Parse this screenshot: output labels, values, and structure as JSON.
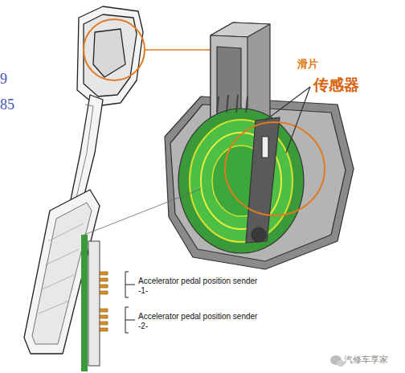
{
  "diagram": {
    "labels": [
      "9",
      "85",
      "滑片",
      "传感器",
      "Accelerator pedal position sender -1-",
      "Accelerator pedal position sender -2-",
      "汽修车享家"
    ]
  }
}
